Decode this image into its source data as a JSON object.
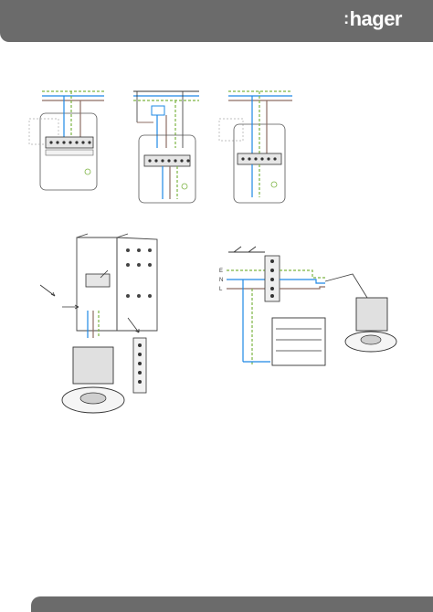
{
  "header": {
    "logo_text": "hager"
  },
  "terminal_labels": {
    "earth": "E",
    "neutral": "N",
    "live": "L"
  },
  "colors": {
    "header_bg": "#6b6b6b",
    "earth_wire": "#7cb342",
    "neutral_wire": "#1e88e5",
    "live_wire": "#8d6e63",
    "line": "#333333"
  }
}
